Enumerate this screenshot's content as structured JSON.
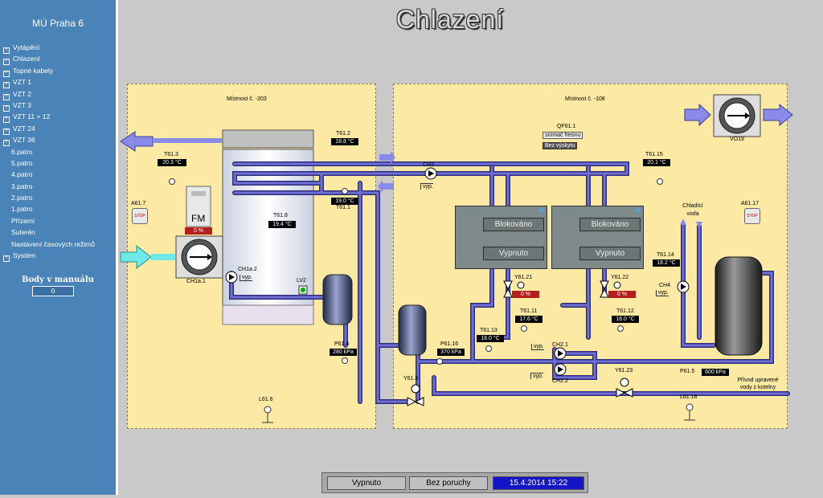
{
  "sidebar": {
    "title": "MÚ Praha 6",
    "items": [
      {
        "label": "Vytápění",
        "expandable": true
      },
      {
        "label": "Chlazení",
        "expandable": true
      },
      {
        "label": "Topné kabely",
        "expandable": true
      },
      {
        "label": "VZT 1",
        "expandable": true
      },
      {
        "label": "VZT 2",
        "expandable": true
      },
      {
        "label": "VZT 3",
        "expandable": true
      },
      {
        "label": "VZT 11 + 12",
        "expandable": true
      },
      {
        "label": "VZT 24",
        "expandable": true
      },
      {
        "label": "VZT 36",
        "expandable": true
      },
      {
        "label": "6.patro",
        "expandable": false
      },
      {
        "label": "5.patro",
        "expandable": false
      },
      {
        "label": "4.patro",
        "expandable": false
      },
      {
        "label": "3.patro",
        "expandable": false
      },
      {
        "label": "2.patro",
        "expandable": false
      },
      {
        "label": "1.patro",
        "expandable": false
      },
      {
        "label": "Přízemí",
        "expandable": false
      },
      {
        "label": "Suterén",
        "expandable": false
      },
      {
        "label": "Nastavení časových režimů",
        "expandable": false
      },
      {
        "label": "Systém",
        "expandable": true
      }
    ],
    "manual_title": "Body v manuálu",
    "manual_value": "0"
  },
  "page": {
    "title": "Chlazení"
  },
  "room1": {
    "title": "Místnost č. -203",
    "t61_3": {
      "label": "T61.3",
      "value": "20.3 °C"
    },
    "t61_2": {
      "label": "T61.2",
      "value": "18.8 °C"
    },
    "t61_1": {
      "label": "T61.1",
      "value": "19.0 °C"
    },
    "t61_8": {
      "label": "T61.8",
      "value": "19.4 °C"
    },
    "a61_7": "A61.7",
    "fm": {
      "label": "FM",
      "value": "0 %"
    },
    "ch1a1": "CH1a.1",
    "ch1a2": {
      "label": "CH1a.2",
      "mode": "vyp."
    },
    "lv2": "LV2",
    "p61_4": {
      "label": "P61.4",
      "value": "280 kPa"
    },
    "l61_6": "L61.6",
    "stop_text": "STOP"
  },
  "room2": {
    "title": "Místnost č. -108",
    "qf61_1": {
      "label": "QF61.1",
      "line1": "snímač freónu",
      "line2": "Bez výskytu"
    },
    "ch3": {
      "label": "CH3",
      "mode": "vyp."
    },
    "vo19": "VO19",
    "t61_15": {
      "label": "T61.15",
      "value": "20.1 °C"
    },
    "cooling_water": "Chladící voda",
    "a61_17": "A61.17",
    "chiller1": {
      "status1": "Blokováno",
      "status2": "Vypnuto"
    },
    "chiller2": {
      "status1": "Blokováno",
      "status2": "Vypnuto"
    },
    "t61_14": {
      "label": "T61.14",
      "value": "18.2 °C"
    },
    "ch4": {
      "label": "CH4",
      "mode": "vyp."
    },
    "y61_21": {
      "label": "Y61.21",
      "value": "0 %"
    },
    "y61_22": {
      "label": "Y61.22",
      "value": "0 %"
    },
    "t61_11": {
      "label": "T61.11",
      "value": "17.6 °C"
    },
    "t61_12": {
      "label": "T61.12",
      "value": "18.0 °C"
    },
    "t61_13": {
      "label": "T61.13",
      "value": "18.0 °C"
    },
    "p61_16": {
      "label": "P61.16",
      "value": "370 kPa"
    },
    "ch2_1": {
      "label": "CH2.1",
      "mode": "vyp."
    },
    "ch2_2": {
      "label": "CH2.2",
      "mode": "vyp."
    },
    "y61_8": "Y61.8",
    "y61_23": "Y61.23",
    "p61_5": {
      "label": "P61.5",
      "value": "600 kPa"
    },
    "supply": "Přívod upravené vody z kotelny",
    "l61_18": "L61.18",
    "stop_text": "STOP"
  },
  "status": {
    "state": "Vypnuto",
    "fault": "Bez poruchy",
    "datetime": "15.4.2014 15:22"
  },
  "colors": {
    "sidebar": "#4a83b8",
    "room": "#fbe9a4",
    "pipe": "#6f6fd6",
    "pipe_dark": "#2d2d7a",
    "alarm": "#b41e1e",
    "cold_arrow": "#5ee6e6",
    "datetime_bg": "#1515c8"
  }
}
